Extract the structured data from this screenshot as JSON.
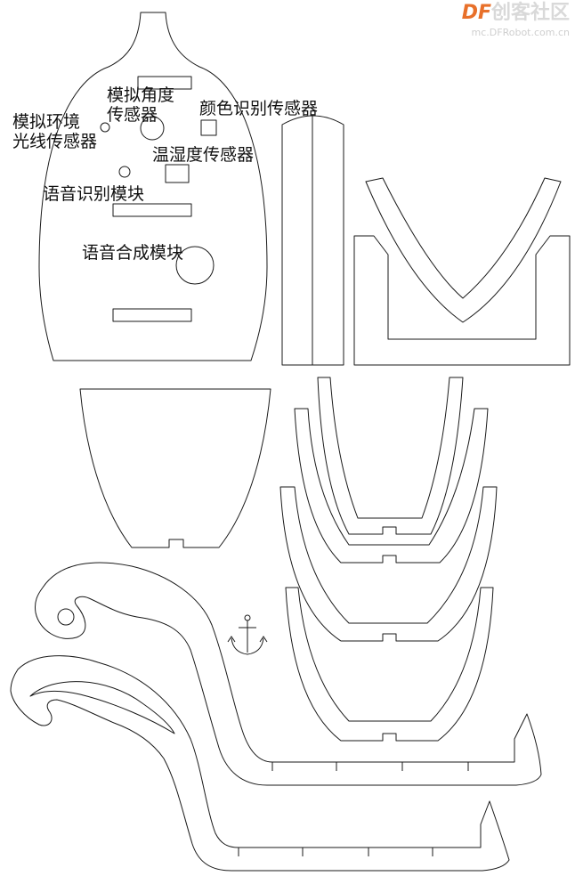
{
  "labels": {
    "angle_sensor": [
      "模拟角度",
      "传感器"
    ],
    "color_sensor": "颜色识别传感器",
    "ambient_light_sensor": [
      "模拟环境",
      "光线传感器"
    ],
    "humidity_sensor": "温湿度传感器",
    "voice_recognition": "语音识别模块",
    "speech_synthesis": "语音合成模块"
  },
  "watermark": {
    "brand": "DF",
    "brand_cn": "创客社区",
    "url": "mc.DFRobot.com.cn"
  },
  "colors": {
    "stroke": "#1a1a1a",
    "background": "#ffffff",
    "brand_orange": "#e8702a"
  }
}
